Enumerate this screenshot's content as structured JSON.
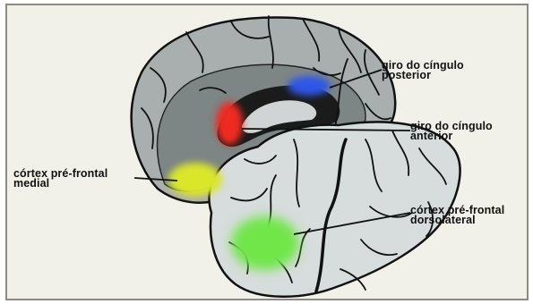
{
  "labels": {
    "posterior_cingulate": {
      "line1": "giro do cíngulo",
      "line2": "posterior"
    },
    "anterior_cingulate": {
      "line1": "giro do cíngulo",
      "line2": "anterior"
    },
    "medial_prefrontal": {
      "line1": "córtex pré-frontal",
      "line2": "medial"
    },
    "dorsolateral_prefrontal": {
      "line1": "córtex pré-frontal",
      "line2": "dorsolateral"
    }
  },
  "colors": {
    "posterior_cingulate": "#2f57e6",
    "anterior_cingulate": "#ee2b24",
    "medial_prefrontal": "#d9e62b",
    "dorsolateral_prefrontal": "#6fe64a",
    "medial_surface": "#a9aeae",
    "cingulate_band": "#7d8585",
    "lateral_surface": "#d7dcdc",
    "background": "#f1f1ea"
  }
}
